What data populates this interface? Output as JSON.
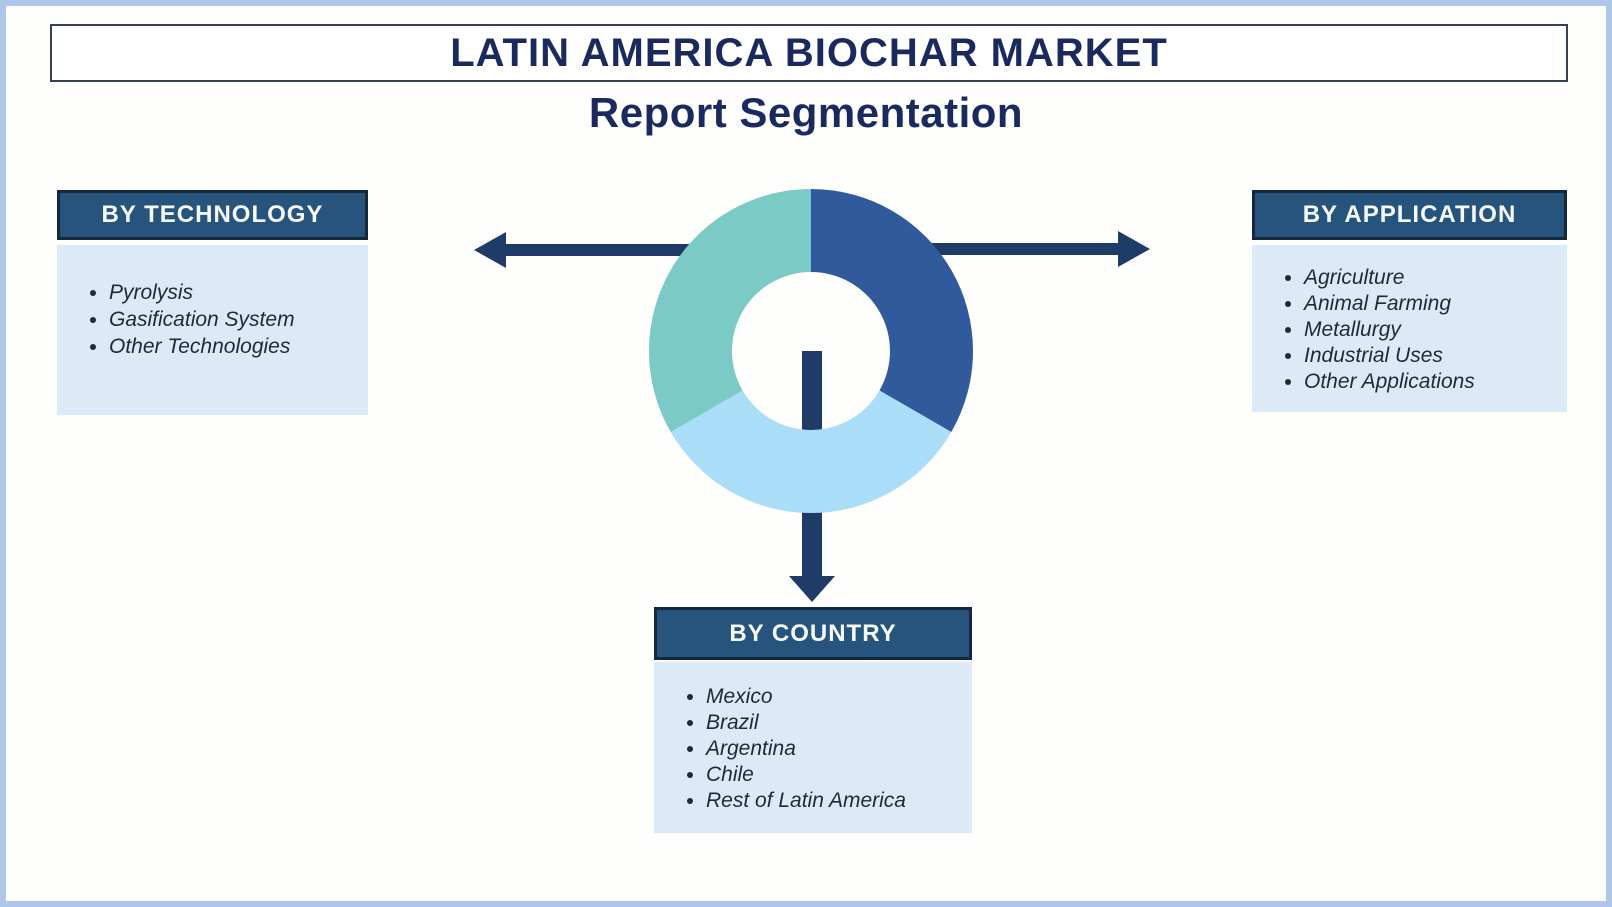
{
  "page": {
    "title": "LATIN AMERICA BIOCHAR MARKET",
    "subtitle": "Report Segmentation"
  },
  "panels": {
    "technology": {
      "title": "BY TECHNOLOGY",
      "items": [
        "Pyrolysis",
        "Gasification System",
        "Other Technologies"
      ]
    },
    "application": {
      "title": "BY APPLICATION",
      "items": [
        "Agriculture",
        "Animal Farming",
        "Metallurgy",
        "Industrial Uses",
        "Other Applications"
      ]
    },
    "country": {
      "title": "BY COUNTRY",
      "items": [
        "Mexico",
        "Brazil",
        "Argentina",
        "Chile",
        "Rest of Latin America"
      ]
    }
  },
  "colors": {
    "navy_text": "#1B2A5E",
    "arrow": "#1F3B68",
    "header_bg": "#26547C",
    "header_border": "#14283E",
    "list_bg": "#DCE9F6",
    "frame": "#B0C6E9"
  },
  "chart_data": {
    "type": "pie",
    "donut": true,
    "start": "top",
    "direction": "clockwise",
    "segments": [
      {
        "name": "blue",
        "value": 33.33,
        "color": "#305A9C"
      },
      {
        "name": "light-blue",
        "value": 33.33,
        "color": "#A9DDF8"
      },
      {
        "name": "teal",
        "value": 33.33,
        "color": "#7BCAC6"
      }
    ]
  }
}
